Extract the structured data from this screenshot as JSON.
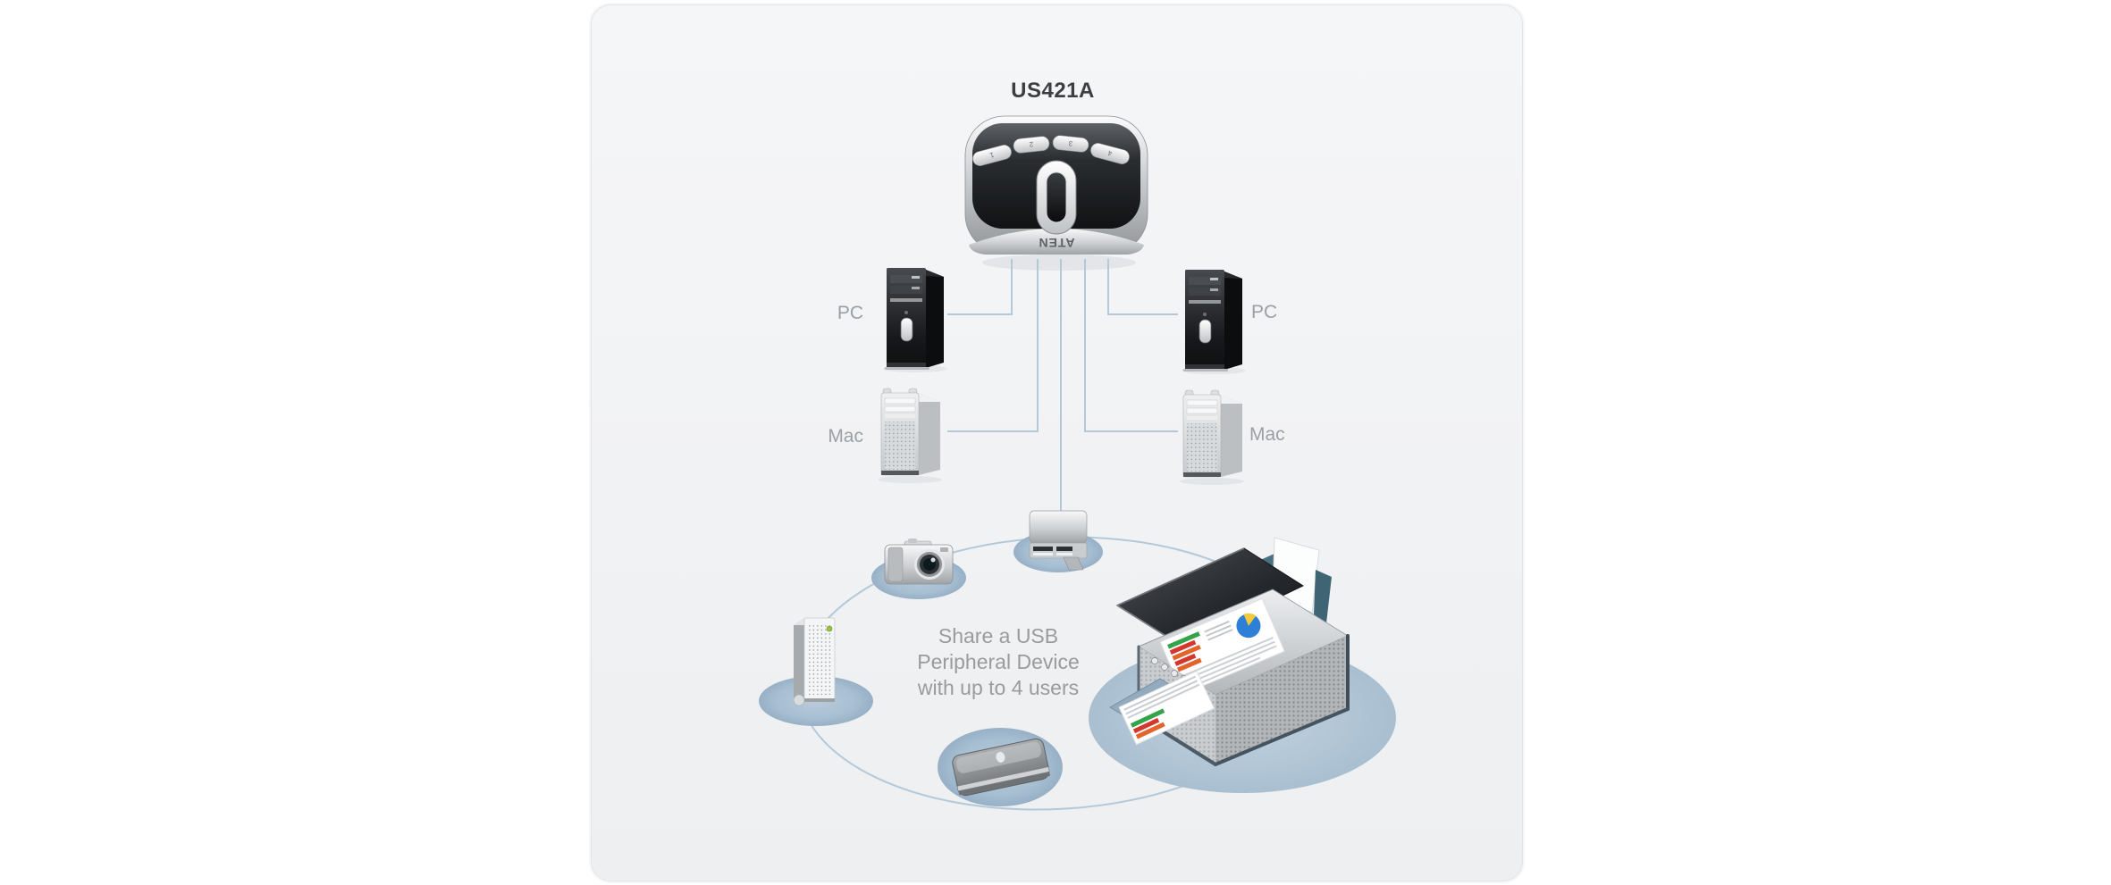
{
  "diagram": {
    "title": "US421A",
    "switch_device": {
      "brand_logo": "ATEN",
      "port_buttons": [
        "1",
        "2",
        "3",
        "4"
      ]
    },
    "computers": [
      {
        "label": "PC",
        "side": "left"
      },
      {
        "label": "Mac",
        "side": "left"
      },
      {
        "label": "PC",
        "side": "right"
      },
      {
        "label": "Mac",
        "side": "right"
      }
    ],
    "caption": {
      "line1": "Share a USB",
      "line2": "Peripheral Device",
      "line3": "with up to 4 users"
    },
    "peripherals": [
      "usb-card-reader",
      "digital-camera",
      "external-hard-drive",
      "portable-card-reader",
      "multifunction-printer"
    ],
    "colors": {
      "connection_line": "#b3c9da",
      "pedestal_ellipse": "#a7bfd2",
      "printer_shadow": "#b2c5d4",
      "caption_text": "#9b9b9b",
      "label_text": "#9aa0a4",
      "title_text": "#3c3f42",
      "switch_top": "#1b1d1f",
      "card_background": "#f1f2f4"
    }
  }
}
